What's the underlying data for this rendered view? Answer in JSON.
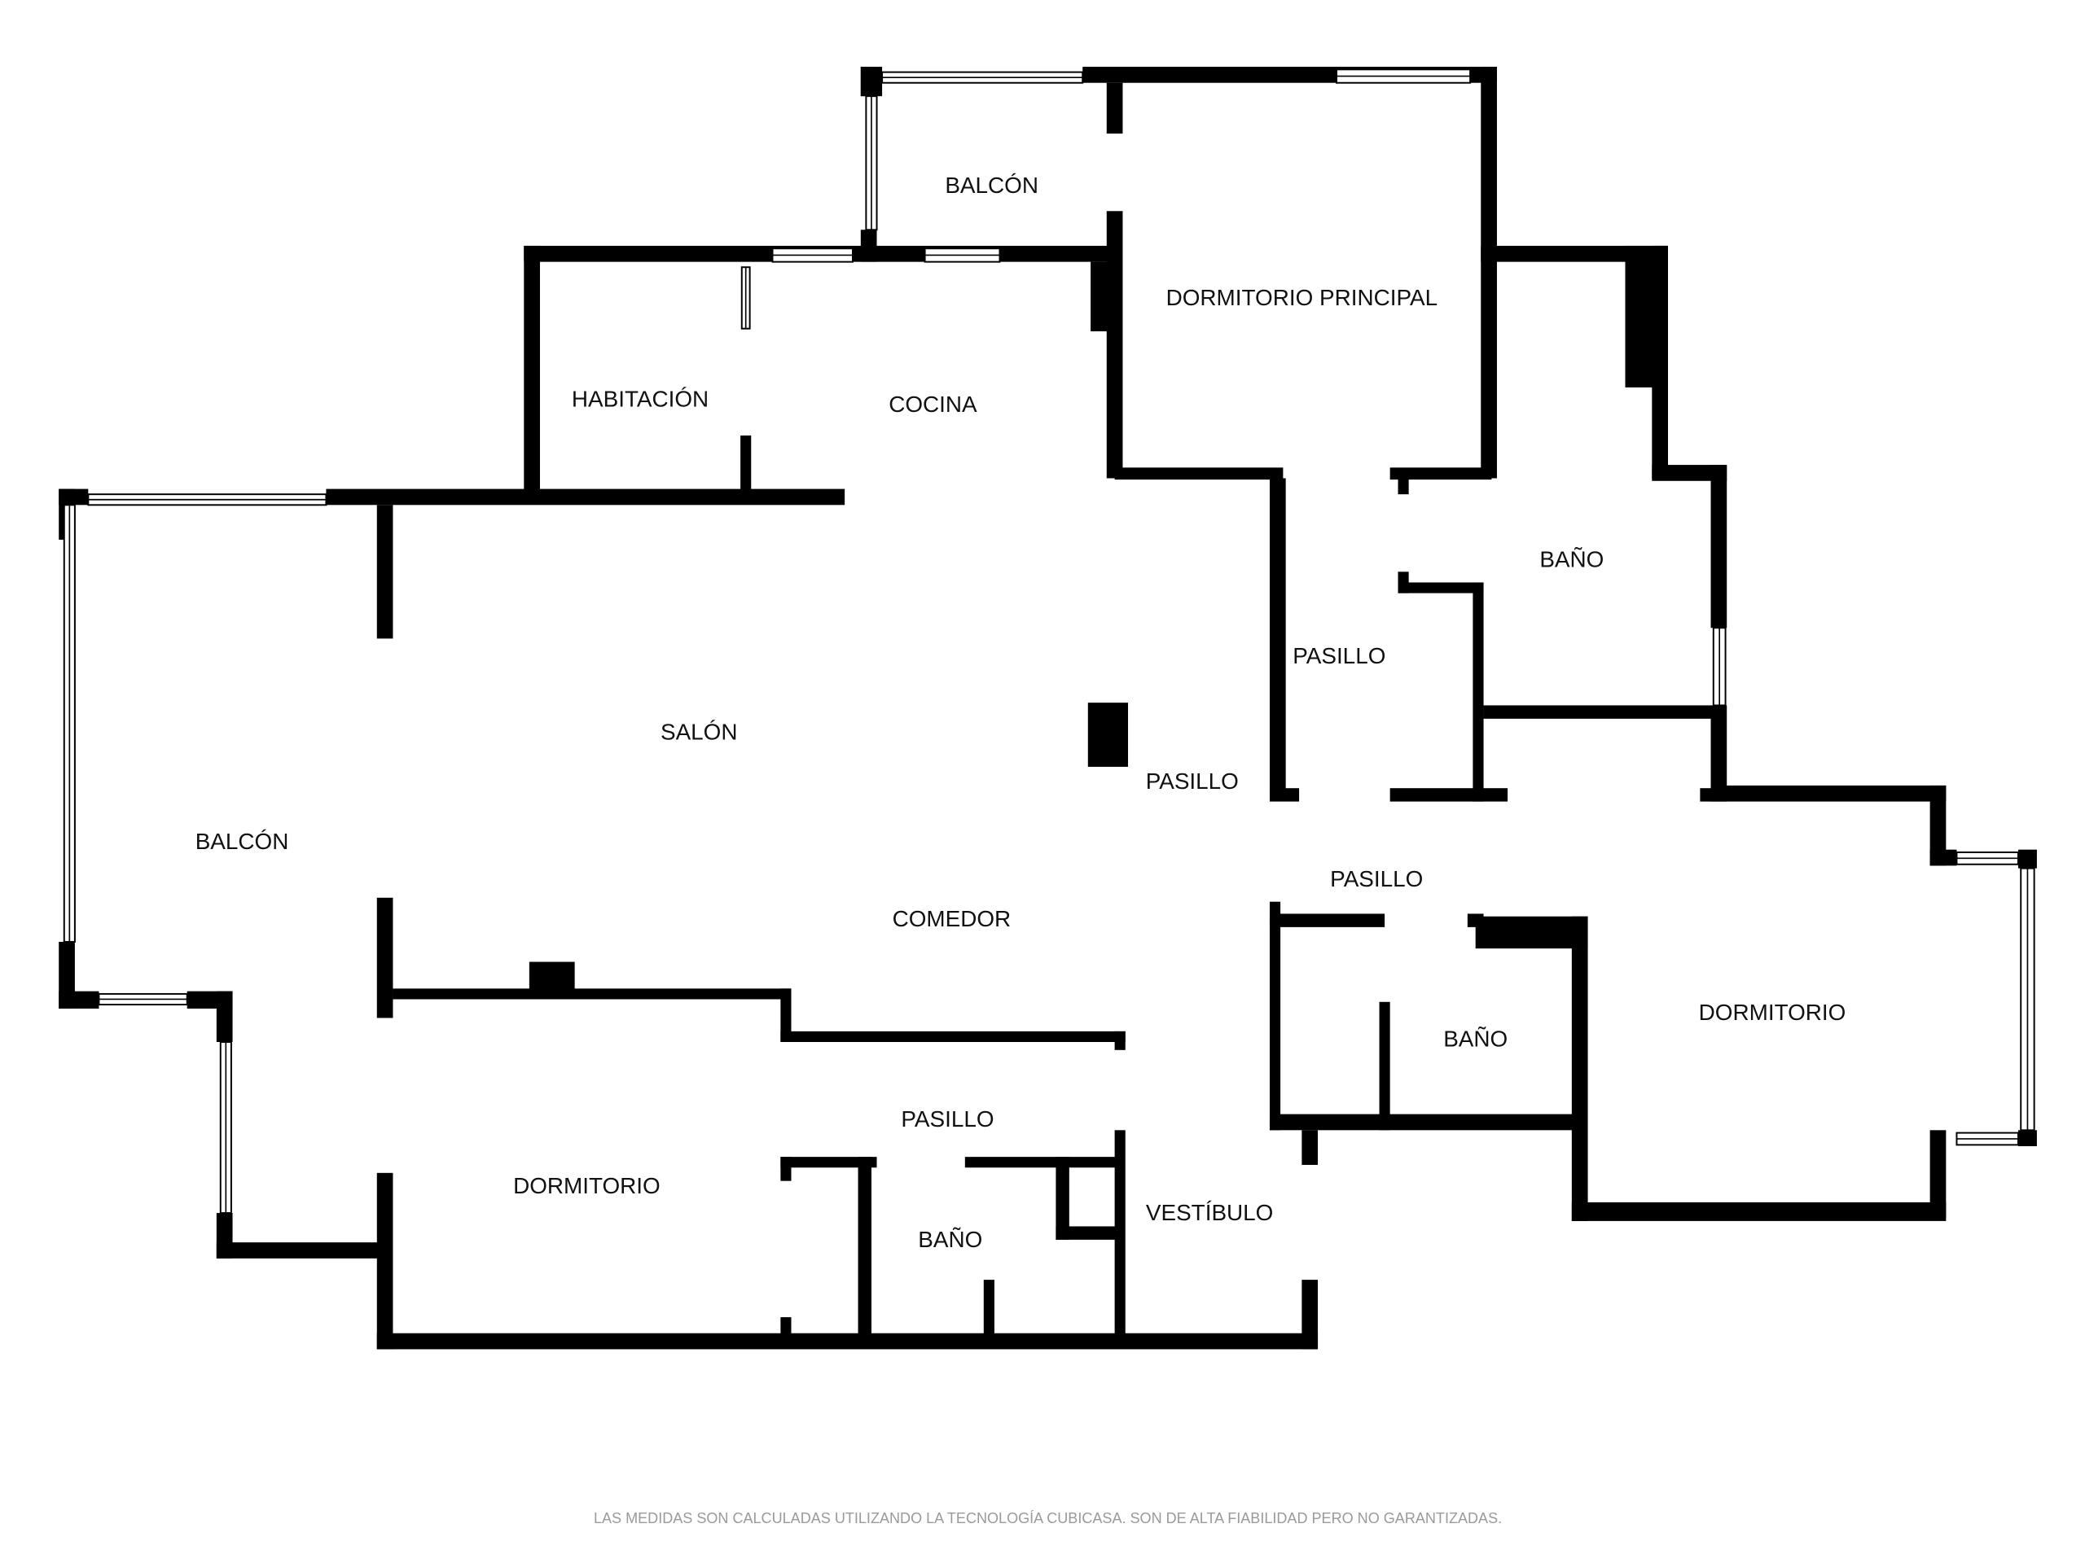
{
  "floorplan": {
    "rooms": [
      {
        "id": "balcon-top",
        "label": "BALCÓN"
      },
      {
        "id": "dormitorio-principal",
        "label": "DORMITORIO PRINCIPAL"
      },
      {
        "id": "habitacion",
        "label": "HABITACIÓN"
      },
      {
        "id": "cocina",
        "label": "COCINA"
      },
      {
        "id": "bano-1",
        "label": "BAÑO"
      },
      {
        "id": "pasillo-1",
        "label": "PASILLO"
      },
      {
        "id": "salon",
        "label": "SALÓN"
      },
      {
        "id": "pasillo-2",
        "label": "PASILLO"
      },
      {
        "id": "balcon-left",
        "label": "BALCÓN"
      },
      {
        "id": "pasillo-3",
        "label": "PASILLO"
      },
      {
        "id": "comedor",
        "label": "COMEDOR"
      },
      {
        "id": "dormitorio-right",
        "label": "DORMITORIO"
      },
      {
        "id": "bano-2",
        "label": "BAÑO"
      },
      {
        "id": "pasillo-4",
        "label": "PASILLO"
      },
      {
        "id": "dormitorio-left",
        "label": "DORMITORIO"
      },
      {
        "id": "vestibulo",
        "label": "VESTÍBULO"
      },
      {
        "id": "bano-3",
        "label": "BAÑO"
      }
    ],
    "disclaimer": "LAS MEDIDAS SON CALCULADAS UTILIZANDO LA TECNOLOGÍA CUBICASA. SON DE ALTA FIABILIDAD PERO NO GARANTIZADAS."
  }
}
